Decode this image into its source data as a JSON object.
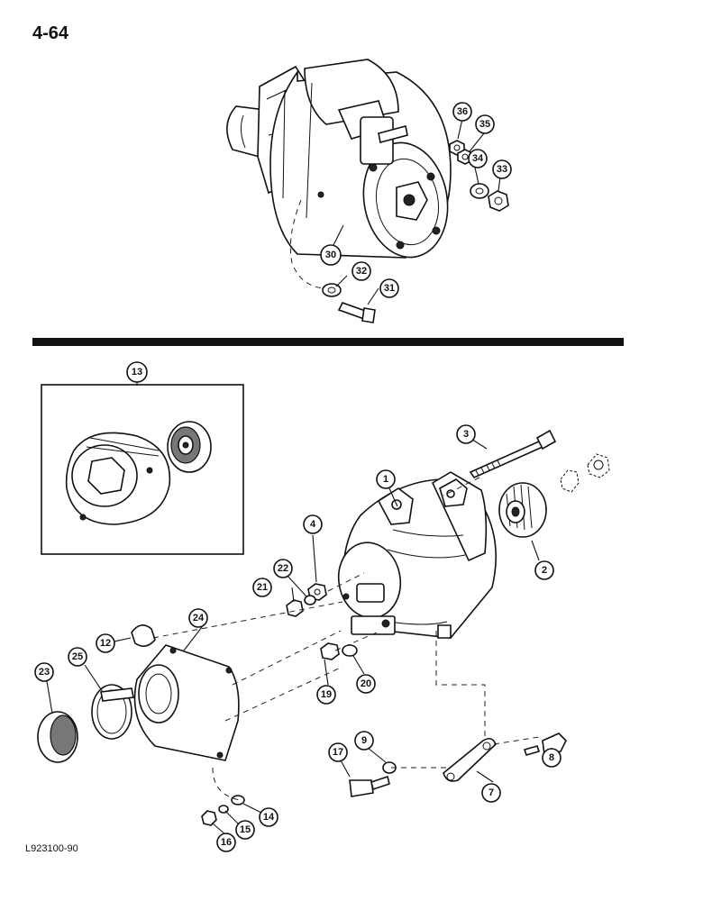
{
  "page": {
    "number": "4-64",
    "figure_code": "L923100-90"
  },
  "callouts": {
    "c1": "1",
    "c2": "2",
    "c3": "3",
    "c4": "4",
    "c7": "7",
    "c8": "8",
    "c9": "9",
    "c12": "12",
    "c13": "13",
    "c14": "14",
    "c15": "15",
    "c16": "16",
    "c17": "17",
    "c19": "19",
    "c20": "20",
    "c21": "21",
    "c22": "22",
    "c23": "23",
    "c24": "24",
    "c25": "25",
    "c30": "30",
    "c31": "31",
    "c32": "32",
    "c33": "33",
    "c34": "34",
    "c35": "35",
    "c36": "36"
  }
}
